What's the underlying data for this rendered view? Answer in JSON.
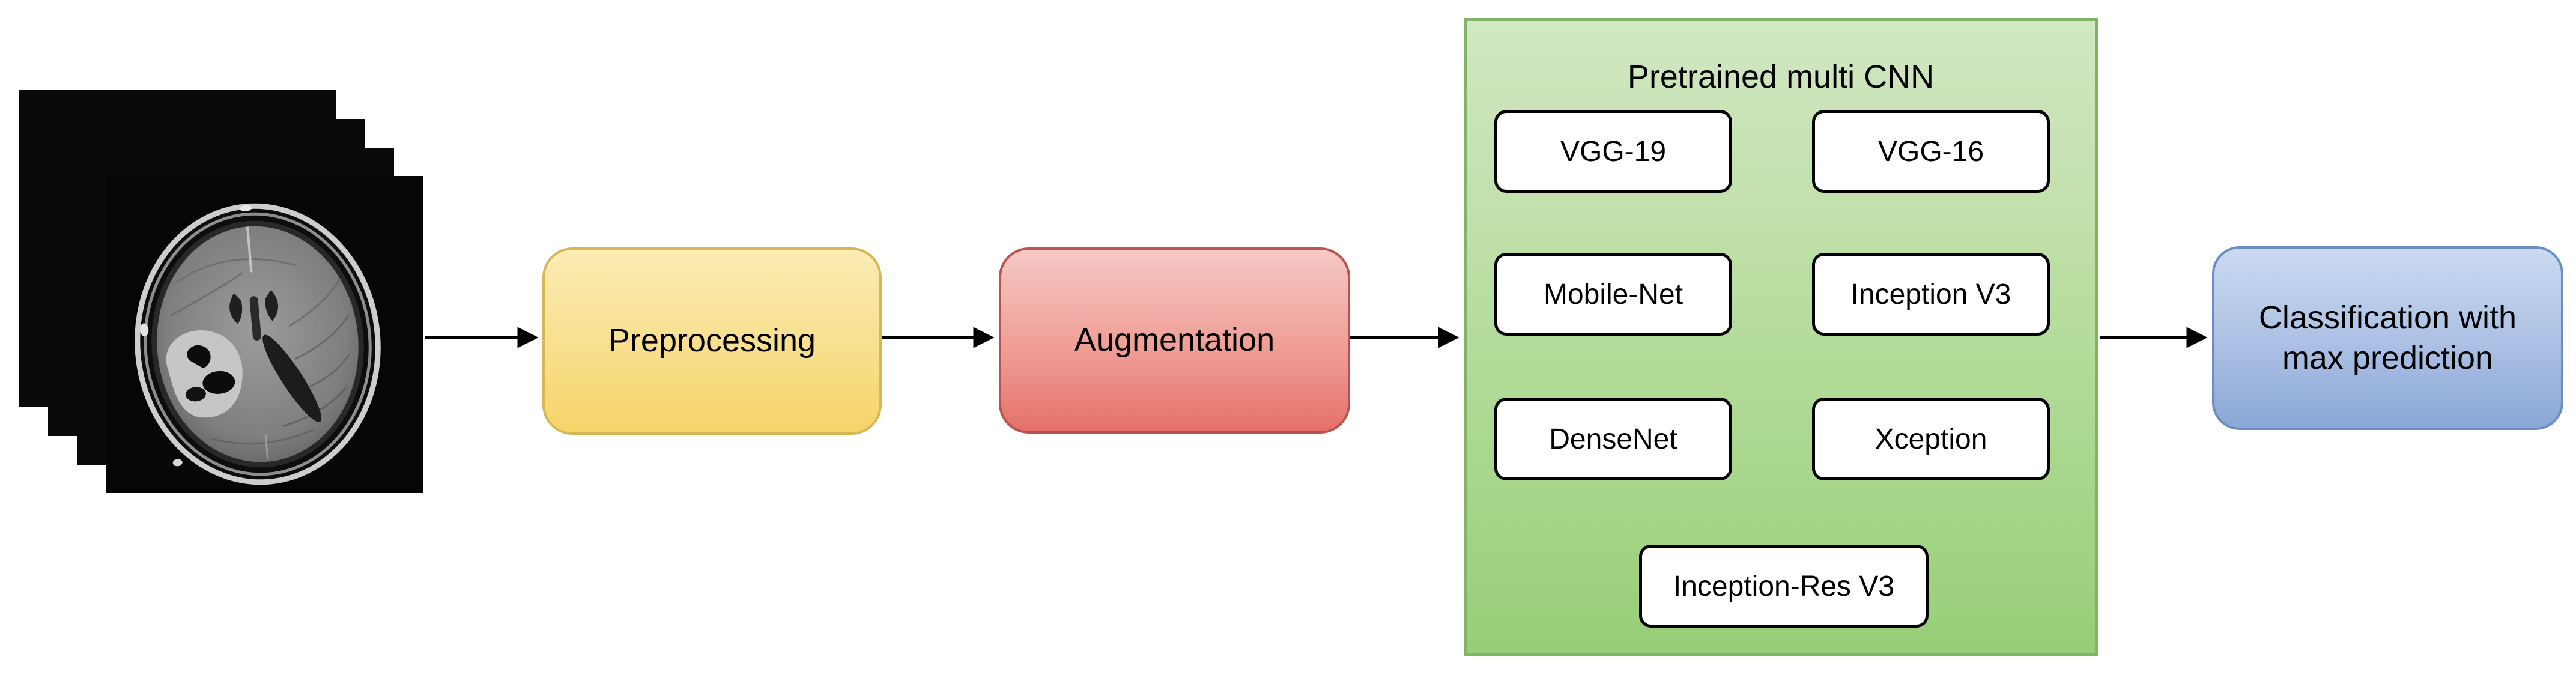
{
  "flow": {
    "input_stack": {
      "icon": "brain-mri-scan-stack-icon",
      "layers": 4
    },
    "preprocessing": {
      "label": "Preprocessing",
      "fill_top": "#fbecb3",
      "fill_bottom": "#f5d469",
      "border": "#d6b656"
    },
    "augmentation": {
      "label": "Augmentation",
      "fill_top": "#f6c9c5",
      "fill_bottom": "#e5716a",
      "border": "#b85450"
    },
    "cnn_group": {
      "title": "Pretrained multi CNN",
      "fill_top": "#d2e7c3",
      "fill_bottom": "#97ce77",
      "border": "#82b366",
      "models": [
        {
          "label": "VGG-19"
        },
        {
          "label": "VGG-16"
        },
        {
          "label": "Mobile-Net"
        },
        {
          "label": "Inception V3"
        },
        {
          "label": "DenseNet"
        },
        {
          "label": "Xception"
        },
        {
          "label": "Inception-Res V3"
        }
      ]
    },
    "classification": {
      "label": "Classification with max prediction",
      "fill_top": "#c9daf0",
      "fill_bottom": "#8aa7d7",
      "border": "#6c8ebf"
    },
    "arrow_color": "#000000"
  }
}
